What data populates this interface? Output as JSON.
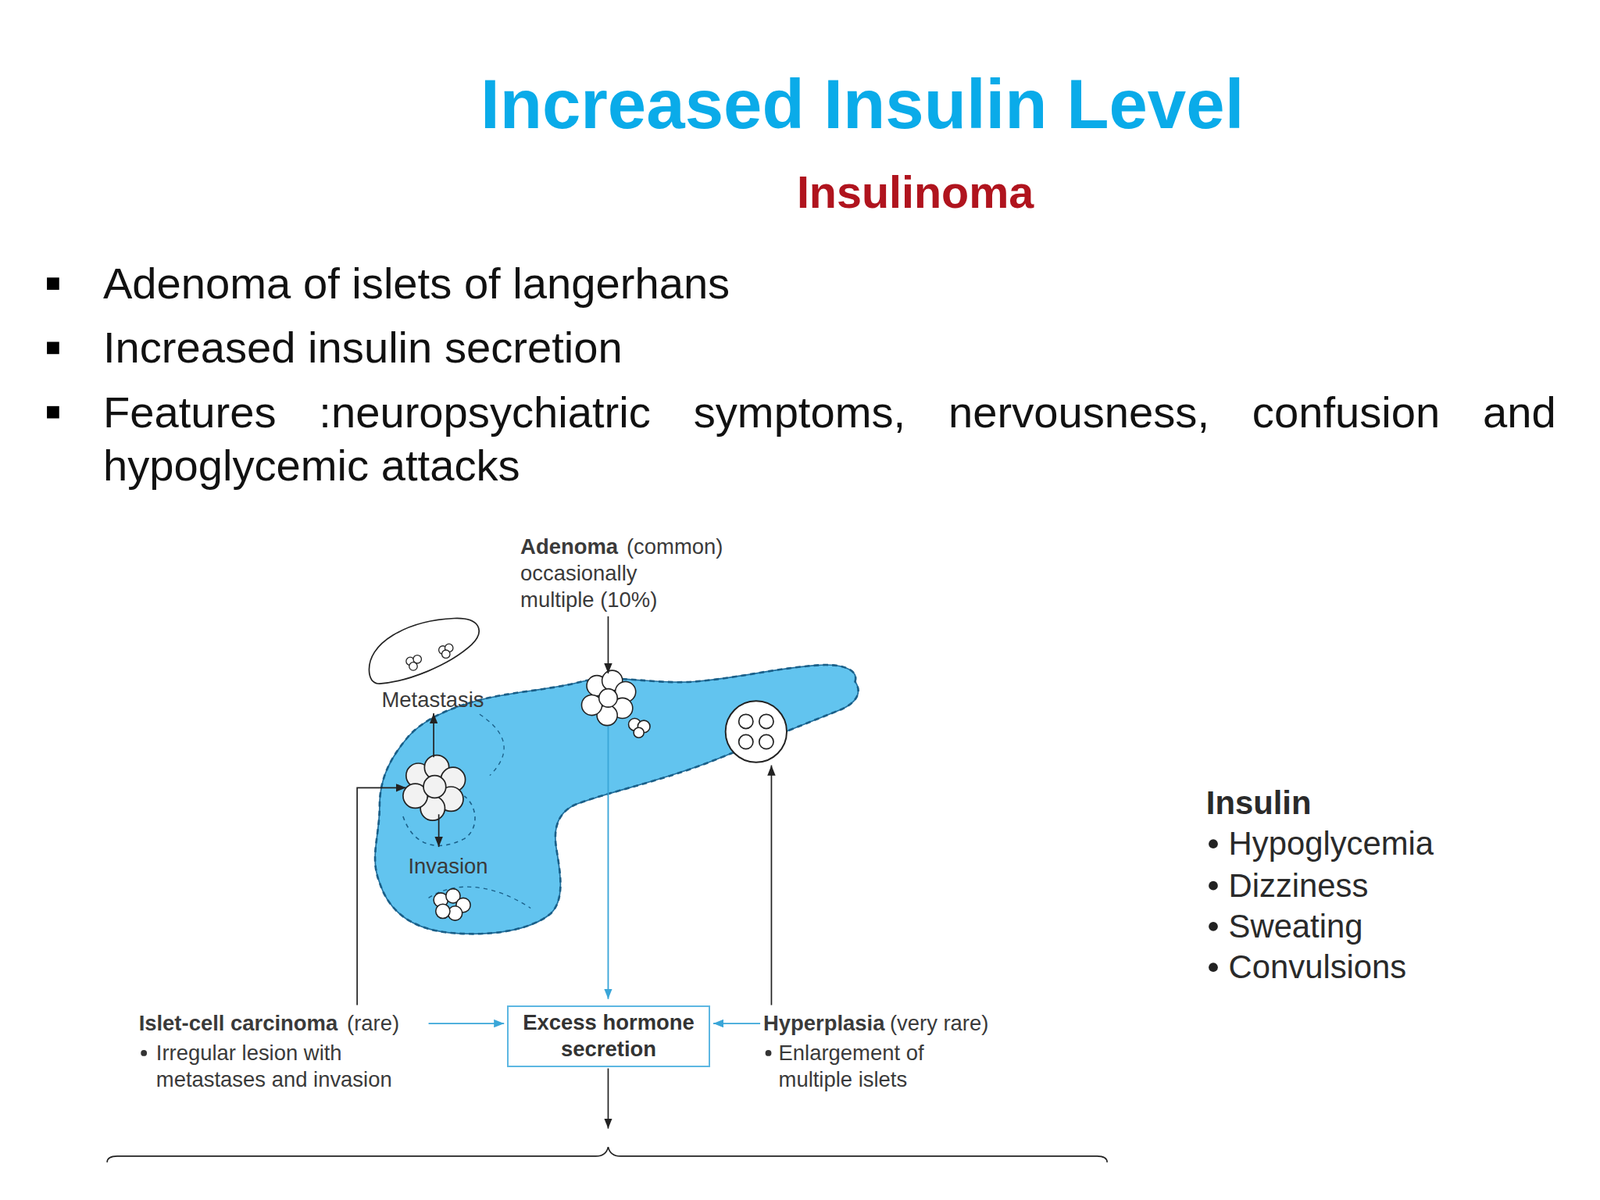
{
  "diagram": {
    "title": "Increased Insulin Level",
    "nodes": [
      {
        "text": [
          "Excess hormone secretion"
        ]
      }
    ],
    "labels": [
      "Insulinoma",
      "Adenoma of islets of langerhans",
      "Increased insulin secretion",
      "Features :neuropsychiatric symptoms, nervousness, confusion and hypoglycemic attacks",
      "Adenoma",
      "(common)",
      "occasionally multiple (10%)",
      "Metastasis",
      "Invasion",
      "Islet-cell carcinoma",
      "(rare)",
      "Irregular lesion with metastases and invasion",
      "Hyperplasia",
      "(very rare)",
      "Enlargement of multiple islets",
      "Insulin",
      "Hypoglycemia",
      "Dizziness",
      "Sweating",
      "Convulsions"
    ]
  }
}
